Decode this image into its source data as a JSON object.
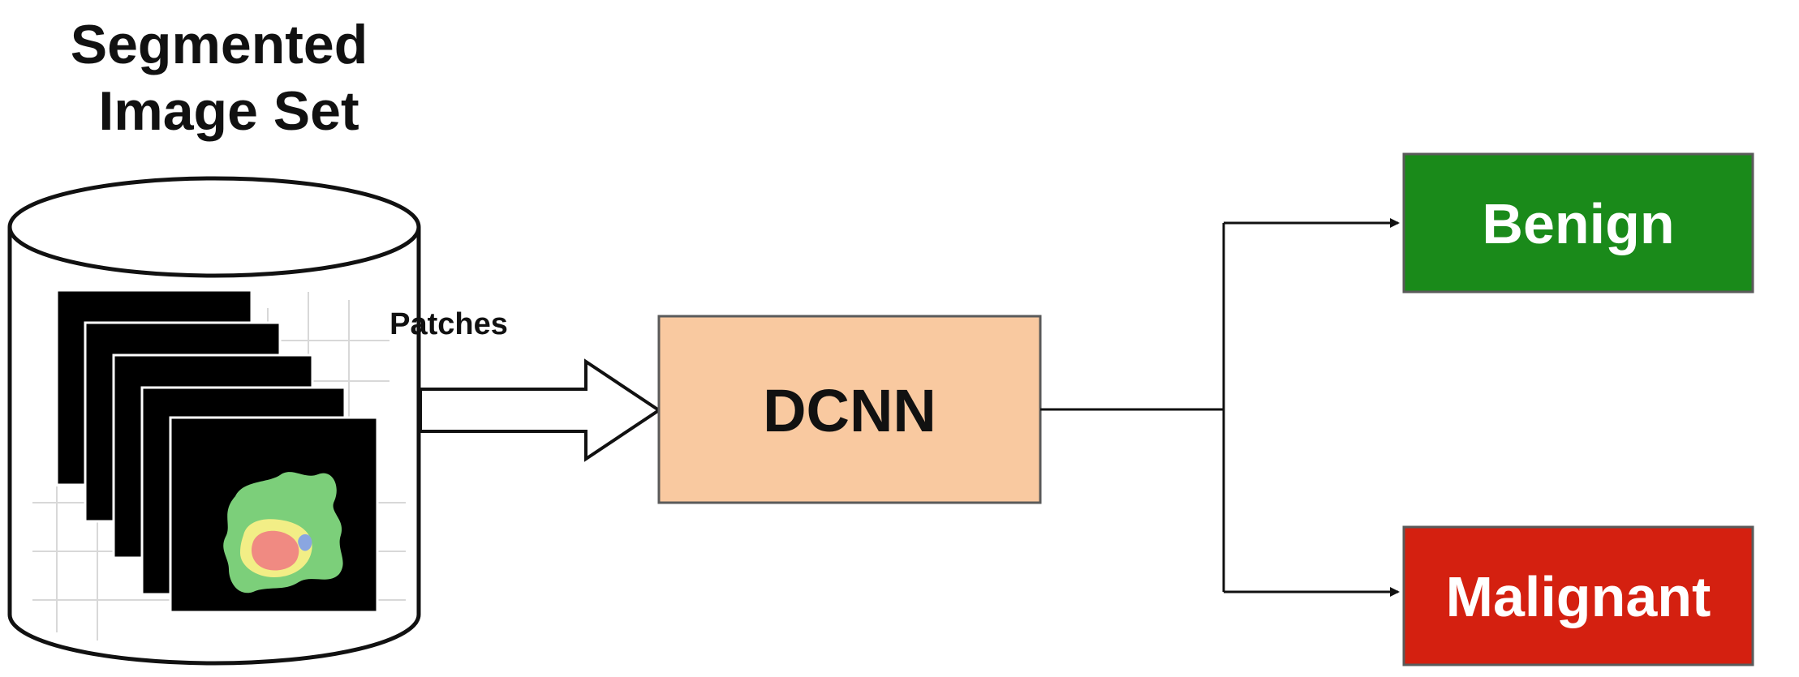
{
  "source": {
    "title_line1": "Segmented",
    "title_line2": "Image Set"
  },
  "edge": {
    "patches_label": "Patches"
  },
  "model": {
    "label": "DCNN",
    "fill": "#f9c9a0"
  },
  "outputs": [
    {
      "label": "Benign",
      "fill": "#1a8a1a"
    },
    {
      "label": "Malignant",
      "fill": "#d42010"
    }
  ]
}
